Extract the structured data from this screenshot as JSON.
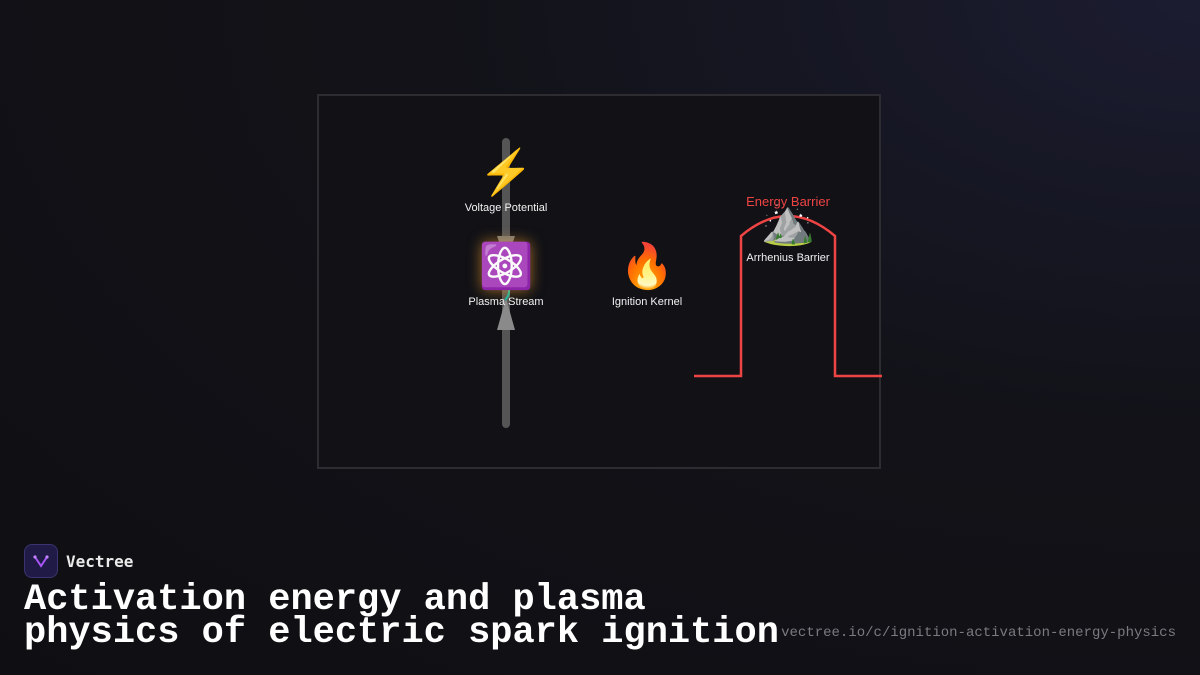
{
  "diagram": {
    "nodes": [
      {
        "id": "voltage",
        "icon": "⚡",
        "label": "Voltage Potential"
      },
      {
        "id": "plasma",
        "icon": "⚛️",
        "label": "Plasma Stream"
      },
      {
        "id": "ignition",
        "icon": "🔥",
        "label": "Ignition Kernel"
      },
      {
        "id": "barrier",
        "icon": "⛰️",
        "label": "Arrhenius Barrier"
      }
    ],
    "barrier_title": "Energy Barrier",
    "colors": {
      "barrier": "#ef4444",
      "electrode": "#555555",
      "arc": "#14b8a6"
    }
  },
  "branding": {
    "name": "Vectree",
    "headline": "Activation energy and plasma physics of electric spark ignition",
    "url": "vectree.io/c/ignition-activation-energy-physics"
  }
}
